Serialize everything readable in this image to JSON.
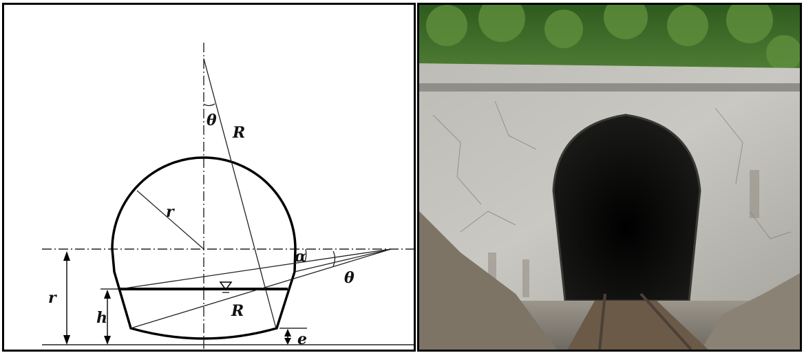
{
  "diagram": {
    "labels": {
      "theta_top": "θ",
      "R_top": "R",
      "r_radius": "r",
      "alpha": "α",
      "theta_right": "θ",
      "R_bottom": "R",
      "r_dim": "r",
      "h_dim": "h",
      "e_dim": "e"
    }
  },
  "photo": {
    "subject": "tunnel-portal",
    "colors": {
      "sky_foliage": "#3f6b2a",
      "concrete": "#b9b8b2",
      "tunnel_interior": "#0b0b0b",
      "ballast": "#8a857c",
      "rail": "#5a4a3c"
    }
  }
}
